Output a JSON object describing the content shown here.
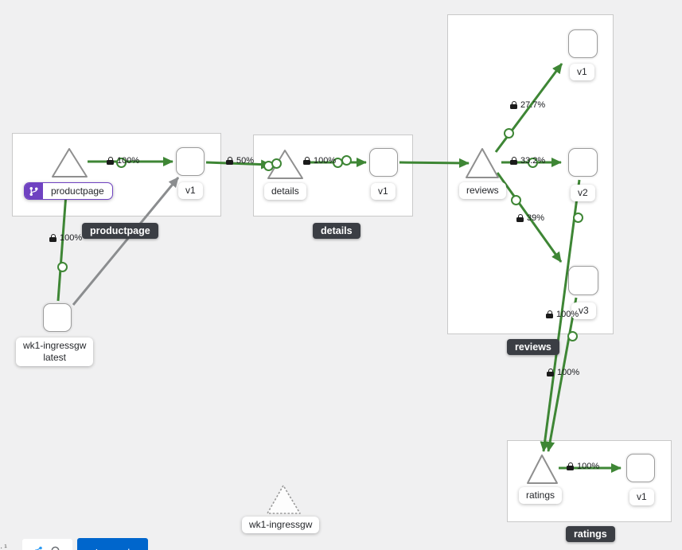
{
  "graph": {
    "groups": {
      "productpage": {
        "tooltip": "productpage"
      },
      "details": {
        "tooltip": "details"
      },
      "reviews": {
        "tooltip": "reviews"
      },
      "ratings": {
        "tooltip": "ratings"
      }
    },
    "nodes": {
      "productpage_service": {
        "label": "productpage",
        "badge": "virtual-service"
      },
      "productpage_v1": {
        "label": "v1"
      },
      "details_service": {
        "label": "details"
      },
      "details_v1": {
        "label": "v1"
      },
      "reviews_service": {
        "label": "reviews"
      },
      "reviews_v1": {
        "label": "v1"
      },
      "reviews_v2": {
        "label": "v2"
      },
      "reviews_v3": {
        "label": "v3"
      },
      "ratings_service": {
        "label": "ratings"
      },
      "ratings_v1": {
        "label": "v1"
      },
      "ingress_workload": {
        "label_line1": "wk1-ingressgw",
        "label_line2": "latest"
      },
      "idle_gateway": {
        "label": "wk1-ingressgw"
      }
    },
    "edge_labels": {
      "ingress_to_productpage": "100%",
      "productpage_to_v1": "100%",
      "productpage_v1_to_details": "50%",
      "details_to_v1": "100%",
      "reviews_to_v1": "27.7%",
      "reviews_to_v2": "33.2%",
      "reviews_to_v3": "39%",
      "reviews_v3_to_ratings": "100%",
      "reviews_to_ratings": "100%",
      "ratings_to_v1": "100%"
    }
  },
  "toolbar": {
    "legend_label": "Legend"
  },
  "icons": {
    "virtual_service_badge": "code-branch-icon",
    "edge_security": "lock-icon"
  },
  "colors": {
    "traffic_green": "#3e8635",
    "edge_gray": "#8b8d8f",
    "virtual_service_purple": "#6f42c1",
    "legend_button_blue": "#0066cc",
    "tooltip_dark": "#3b3e44",
    "canvas_bg": "#f0f0f1"
  }
}
